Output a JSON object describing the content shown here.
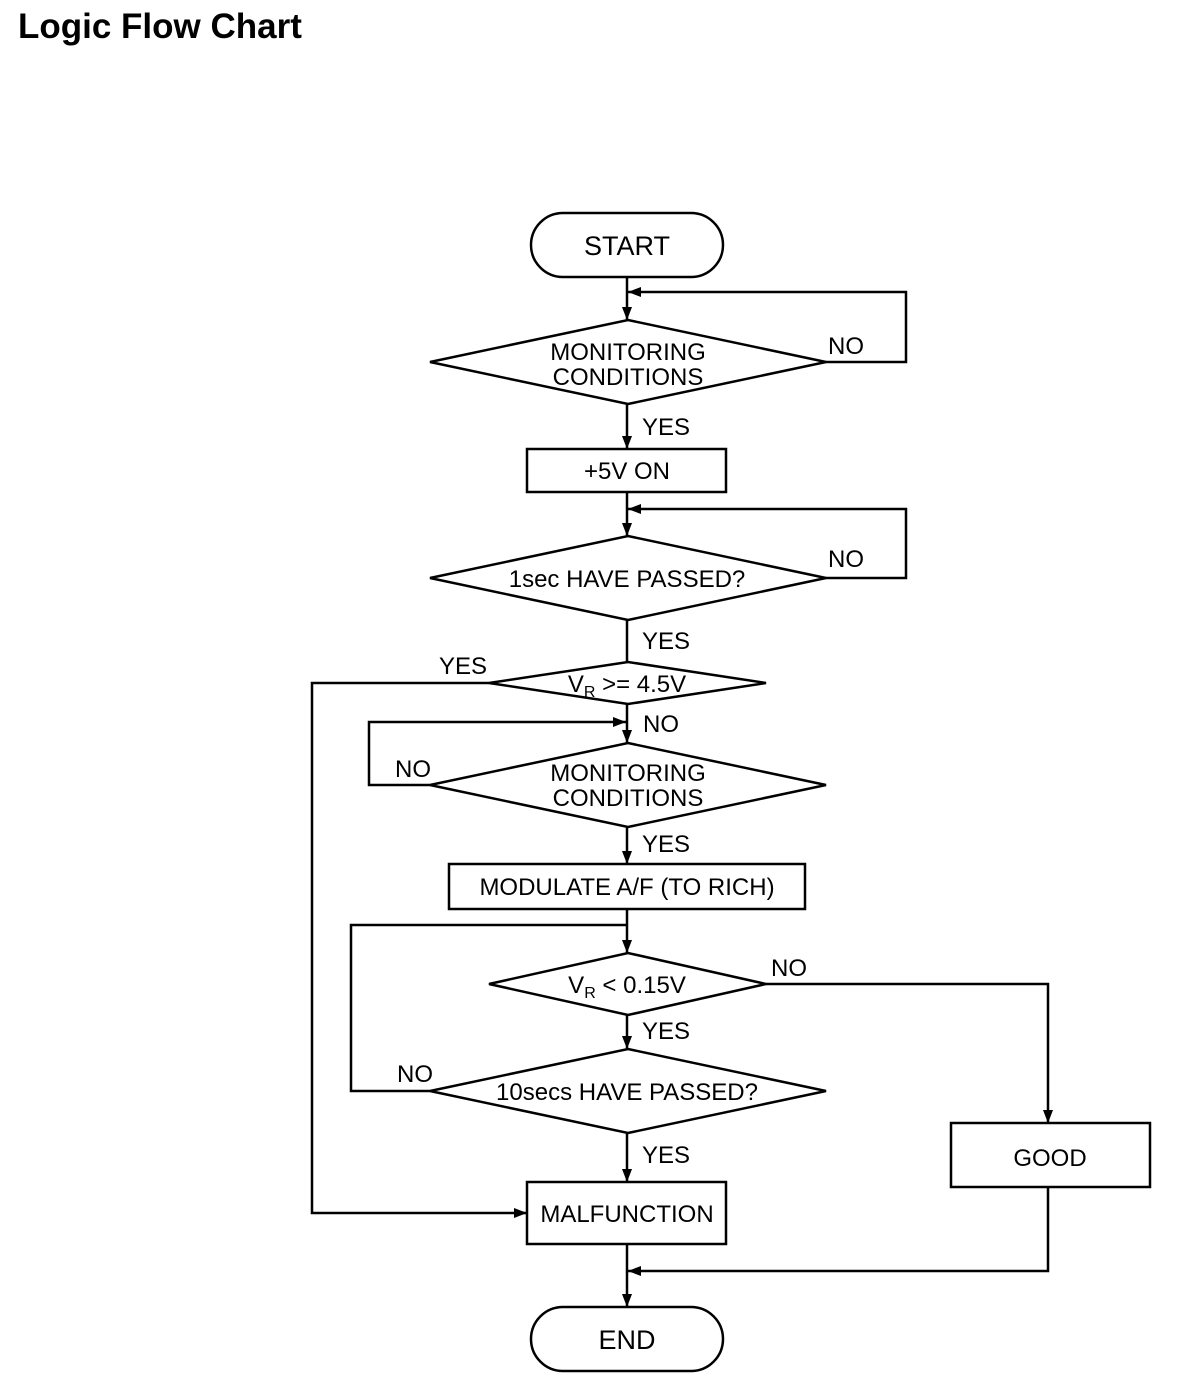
{
  "title": "Logic Flow Chart",
  "flowchart": {
    "start": "START",
    "monitoring_conditions_1": [
      "MONITORING",
      "CONDITIONS"
    ],
    "plus_5v_on": "+5V ON",
    "one_sec_passed": "1sec HAVE PASSED?",
    "vr_check_high": {
      "symbol": "V",
      "subscript": "R",
      "condition": " >= 4.5V"
    },
    "monitoring_conditions_2": [
      "MONITORING",
      "CONDITIONS"
    ],
    "modulate_af": "MODULATE A/F (TO RICH)",
    "vr_check_low": {
      "symbol": "V",
      "subscript": "R",
      "condition": " < 0.15V"
    },
    "ten_secs_passed": "10secs HAVE PASSED?",
    "malfunction": "MALFUNCTION",
    "good": "GOOD",
    "end": "END",
    "branches": {
      "monitoring_conditions_1": {
        "yes": "YES",
        "no": "NO"
      },
      "one_sec_passed": {
        "yes": "YES",
        "no": "NO"
      },
      "vr_check_high": {
        "yes": "YES",
        "no": "NO"
      },
      "monitoring_conditions_2": {
        "yes": "YES",
        "no": "NO"
      },
      "vr_check_low": {
        "yes": "YES",
        "no": "NO"
      },
      "ten_secs_passed": {
        "yes": "YES",
        "no": "NO"
      }
    }
  }
}
